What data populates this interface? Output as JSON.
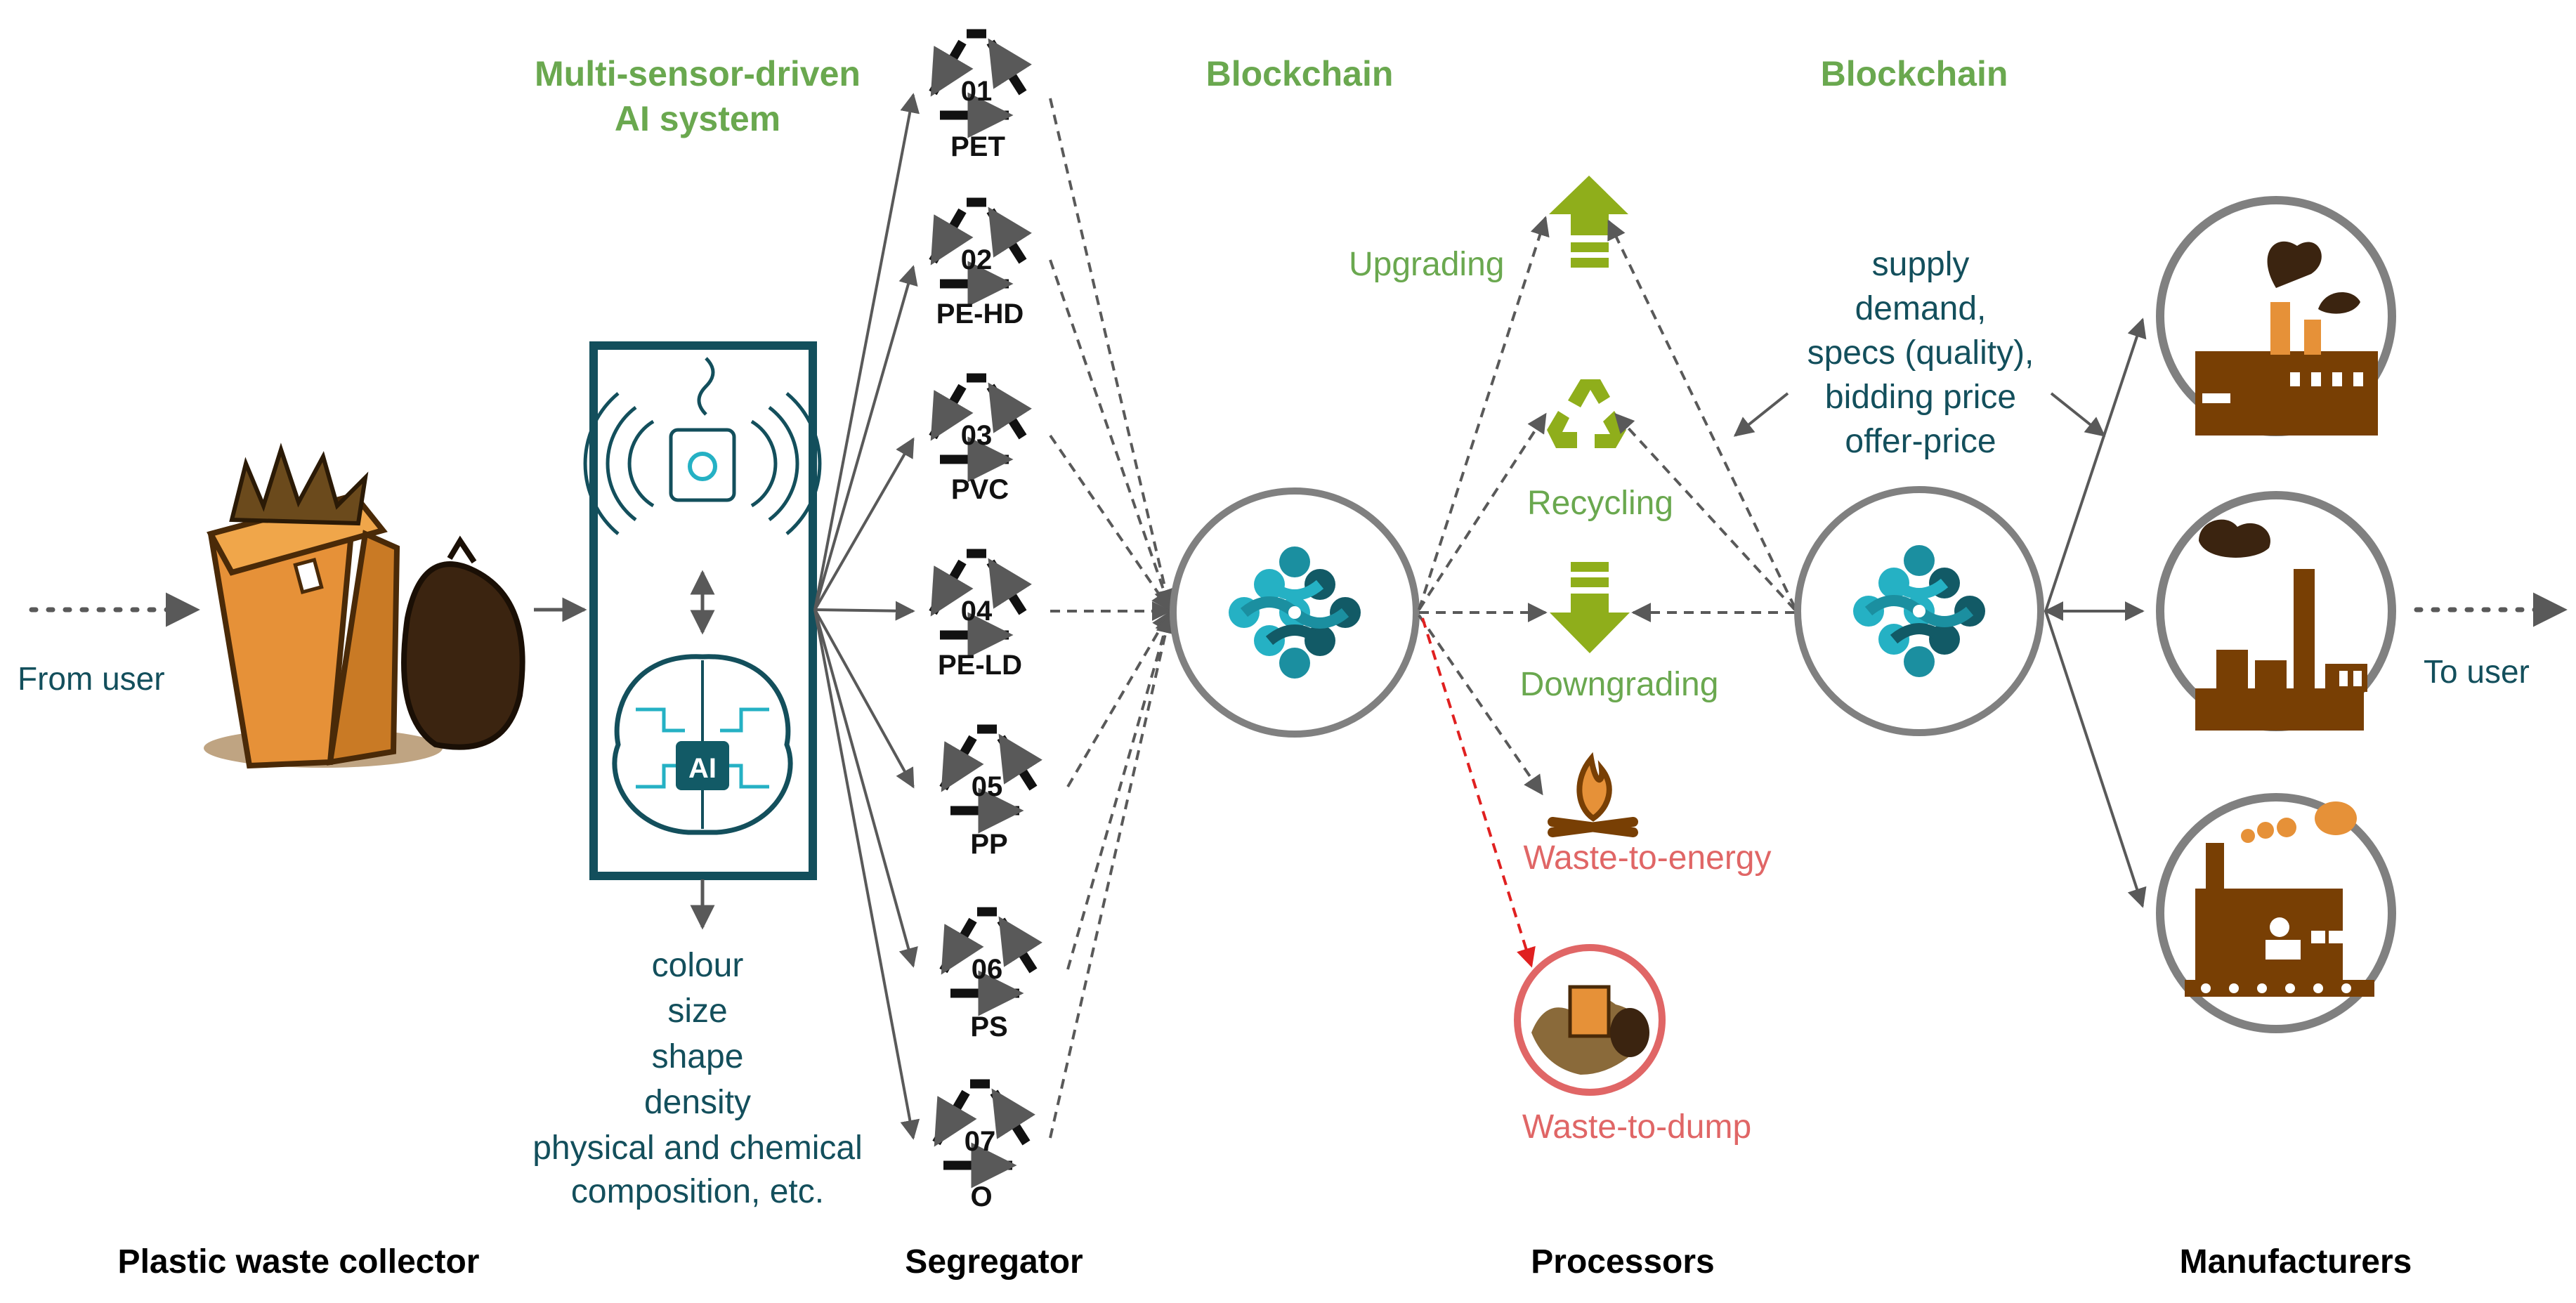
{
  "colors": {
    "green": "#6aa84f",
    "teal": "#134f5c",
    "red": "#e06666",
    "orange": "#e69138",
    "brown": "#783f04",
    "olive": "#8fae1b",
    "gray": "#595959",
    "cyan": "#25b1c4",
    "dark_teal": "#125a66"
  },
  "sections": {
    "collector": "Plastic waste collector",
    "segregator": "Segregator",
    "processors": "Processors",
    "manufacturers": "Manufacturers"
  },
  "flow": {
    "from_user": "From user",
    "to_user": "To user"
  },
  "ai_system": {
    "title_line1": "Multi-sensor-driven",
    "title_line2": "AI system",
    "chip_label": "AI",
    "sensor_icon": "sensor-icon",
    "brain_icon": "ai-brain-icon",
    "features": [
      "colour",
      "size",
      "shape",
      "density",
      "physical and chemical",
      "composition, etc."
    ]
  },
  "plastics": [
    {
      "code": "01",
      "name": "PET"
    },
    {
      "code": "02",
      "name": "PE-HD"
    },
    {
      "code": "03",
      "name": "PVC"
    },
    {
      "code": "04",
      "name": "PE-LD"
    },
    {
      "code": "05",
      "name": "PP"
    },
    {
      "code": "06",
      "name": "PS"
    },
    {
      "code": "07",
      "name": "O"
    }
  ],
  "blockchain": {
    "label1": "Blockchain",
    "label2": "Blockchain",
    "icon": "blockchain-icon"
  },
  "processors": {
    "upgrading": "Upgrading",
    "recycling": "Recycling",
    "downgrading": "Downgrading",
    "waste_to_energy": "Waste-to-energy",
    "waste_to_dump": "Waste-to-dump"
  },
  "market_info": [
    "supply",
    "demand,",
    "specs (quality),",
    "bidding price",
    "offer-price"
  ]
}
